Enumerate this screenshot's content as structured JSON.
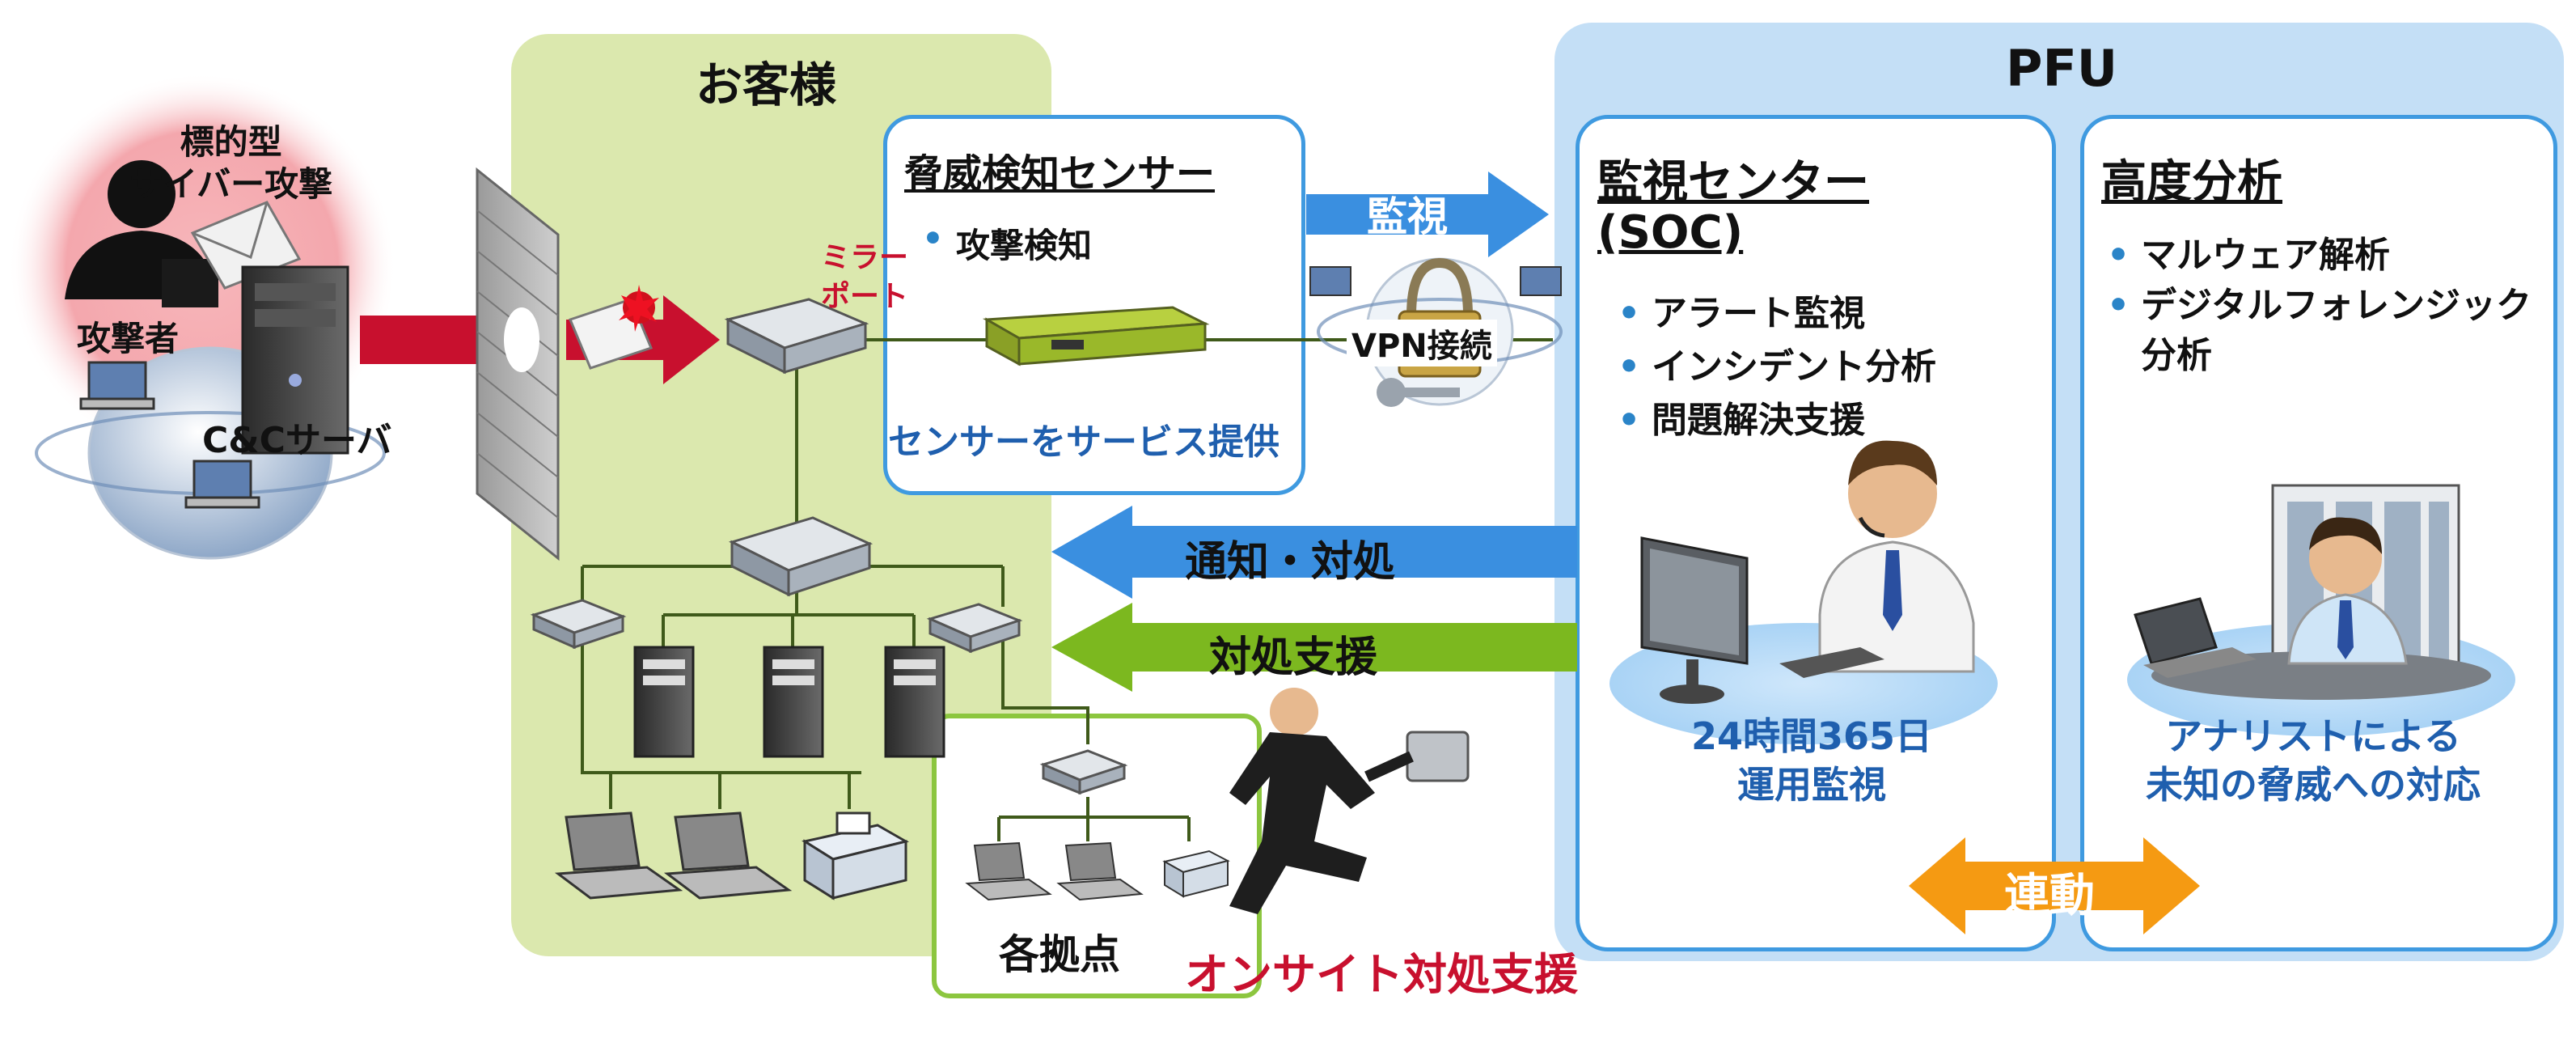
{
  "colors": {
    "customer_bg": "#dbe8ae",
    "pfu_bg": "#c4dff6",
    "box_border": "#3f9ae0",
    "red_arrow": "#c8102e",
    "blue_arrow": "#3a8fe0",
    "green_arrow": "#7cb81f",
    "orange_arrow": "#f59a12",
    "text_blue": "#1f5fae",
    "text_red": "#c8102e"
  },
  "attacker": {
    "label_targeted": "標的型\nサイバー攻撃",
    "label_attacker": "攻撃者",
    "label_cc": "C&Cサーバ"
  },
  "customer": {
    "title": "お客様",
    "mirror_port": "ミラー\nポート",
    "branch_label": "各拠点",
    "onsite": "オンサイト対処支援"
  },
  "sensor": {
    "title": "脅威検知センサー",
    "bullet": "攻撃検知",
    "service": "センサーをサービス提供"
  },
  "links": {
    "monitor": "監視",
    "vpn": "VPN接続",
    "notify": "通知・対処",
    "support": "対処支援",
    "linkage": "連動"
  },
  "pfu": {
    "title": "PFU",
    "soc": {
      "title_line1": "監視センター",
      "title_line2": "(SOC)",
      "items": [
        "アラート監視",
        "インシデント分析",
        "問題解決支援"
      ],
      "caption": "24時間365日\n運用監視"
    },
    "analysis": {
      "title": "高度分析",
      "items": [
        "マルウェア解析",
        "デジタルフォレンジック\n分析"
      ],
      "caption": "アナリストによる\n未知の脅威への対応"
    }
  }
}
